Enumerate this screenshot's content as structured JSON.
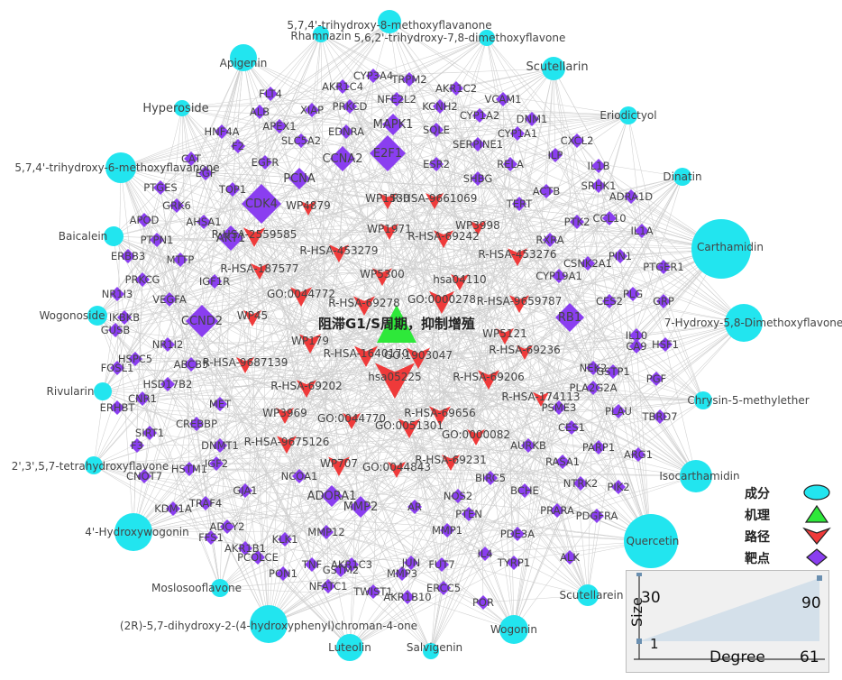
{
  "center": {
    "label": "阻滞G1/S周期，抑制增殖"
  },
  "compounds": [
    {
      "label": "5,7,4'-trihydroxy-8-methoxyflavanone"
    },
    {
      "label": "Rhamnazin"
    },
    {
      "label": "5,6,2'-trihydroxy-7,8-dimethoxyflavone"
    },
    {
      "label": "Apigenin"
    },
    {
      "label": "Scutellarin"
    },
    {
      "label": "Hyperoside"
    },
    {
      "label": "Eriodictyol"
    },
    {
      "label": "5,7,4'-trihydroxy-6-methoxyflavanone"
    },
    {
      "label": "Dinatin"
    },
    {
      "label": "Baicalein"
    },
    {
      "label": "Carthamidin"
    },
    {
      "label": "Wogonoside"
    },
    {
      "label": "7-Hydroxy-5,8-Dimethoxyflavone"
    },
    {
      "label": "Rivularin"
    },
    {
      "label": "Chrysin-5-methylether"
    },
    {
      "label": "2',3',5,7-tetrahydroxyflavone"
    },
    {
      "label": "Isocarthamidin"
    },
    {
      "label": "4'-Hydroxywogonin"
    },
    {
      "label": "Quercetin"
    },
    {
      "label": "Moslosooflavone"
    },
    {
      "label": "Scutellarein"
    },
    {
      "label": "(2R)-5,7-dihydroxy-2-(4-hydroxyphenyl)chroman-4-one"
    },
    {
      "label": "Luteolin"
    },
    {
      "label": "Salvigenin"
    },
    {
      "label": "Wogonin"
    }
  ],
  "pathways": [
    {
      "label": "WP1530"
    },
    {
      "label": "R-HSA-9661069"
    },
    {
      "label": "WP4879"
    },
    {
      "label": "R-HSA-2559585"
    },
    {
      "label": "WP1971"
    },
    {
      "label": "R-HSA-69242"
    },
    {
      "label": "WP3998"
    },
    {
      "label": "R-HSA-453279"
    },
    {
      "label": "R-HSA-453276"
    },
    {
      "label": "R-HSA-187577"
    },
    {
      "label": "WP5300"
    },
    {
      "label": "hsa04110"
    },
    {
      "label": "GO:0044772"
    },
    {
      "label": "R-HSA-69278"
    },
    {
      "label": "GO:0000278"
    },
    {
      "label": "R-HSA-9659787"
    },
    {
      "label": "WP45"
    },
    {
      "label": "WP179"
    },
    {
      "label": "WP5121"
    },
    {
      "label": "R-HSA-1640170"
    },
    {
      "label": "GO:1903047"
    },
    {
      "label": "R-HSA-69236"
    },
    {
      "label": "R-HSA-9687139"
    },
    {
      "label": "hsa05225"
    },
    {
      "label": "R-HSA-69202"
    },
    {
      "label": "R-HSA-69206"
    },
    {
      "label": "R-HSA-174113"
    },
    {
      "label": "WP3969"
    },
    {
      "label": "R-HSA-69656"
    },
    {
      "label": "GO:0044770"
    },
    {
      "label": "GO:0051301"
    },
    {
      "label": "GO:0000082"
    },
    {
      "label": "R-HSA-9675126"
    },
    {
      "label": "WP707"
    },
    {
      "label": "GO:0044843"
    },
    {
      "label": "R-HSA-69231"
    }
  ],
  "targets": [
    {
      "label": "CYP3A4"
    },
    {
      "label": "TRPM2"
    },
    {
      "label": "AKR1C4"
    },
    {
      "label": "AKR1C2"
    },
    {
      "label": "FLT4"
    },
    {
      "label": "NFE2L2"
    },
    {
      "label": "XIAP"
    },
    {
      "label": "PRKCD"
    },
    {
      "label": "KCNH2"
    },
    {
      "label": "VCAM1"
    },
    {
      "label": "ALB"
    },
    {
      "label": "APEX1"
    },
    {
      "label": "EDNRA"
    },
    {
      "label": "MAPK1"
    },
    {
      "label": "CYP1A2"
    },
    {
      "label": "DNM1"
    },
    {
      "label": "HNF4A"
    },
    {
      "label": "SLC5A2"
    },
    {
      "label": "SQLE"
    },
    {
      "label": "SERPINE1"
    },
    {
      "label": "CYP1A1"
    },
    {
      "label": "CXCL2"
    },
    {
      "label": "CAT"
    },
    {
      "label": "F2"
    },
    {
      "label": "E2F1"
    },
    {
      "label": "EGFR"
    },
    {
      "label": "CCNA2"
    },
    {
      "label": "ESR2"
    },
    {
      "label": "RELA"
    },
    {
      "label": "ILP"
    },
    {
      "label": "IL1B"
    },
    {
      "label": "EGF"
    },
    {
      "label": "PTGES"
    },
    {
      "label": "TOP1"
    },
    {
      "label": "PCNA"
    },
    {
      "label": "SHBG"
    },
    {
      "label": "ACTB"
    },
    {
      "label": "SRHK1"
    },
    {
      "label": "GRK6"
    },
    {
      "label": "CDK4"
    },
    {
      "label": "TERT"
    },
    {
      "label": "ADRA1D"
    },
    {
      "label": "APOD"
    },
    {
      "label": "AHSA1"
    },
    {
      "label": "PTK2"
    },
    {
      "label": "CCL10"
    },
    {
      "label": "PTPN1"
    },
    {
      "label": "AKT1"
    },
    {
      "label": "IL1A"
    },
    {
      "label": "ERBB3"
    },
    {
      "label": "MTTP"
    },
    {
      "label": "RXRA"
    },
    {
      "label": "PIN1"
    },
    {
      "label": "CSNK2A1"
    },
    {
      "label": "PTGER1"
    },
    {
      "label": "PRKCG"
    },
    {
      "label": "IGF1R"
    },
    {
      "label": "CYP19A1"
    },
    {
      "label": "NR1I3"
    },
    {
      "label": "VEGFA"
    },
    {
      "label": "PLG"
    },
    {
      "label": "CES2"
    },
    {
      "label": "GRP"
    },
    {
      "label": "IKBKB"
    },
    {
      "label": "CCND2"
    },
    {
      "label": "RB1"
    },
    {
      "label": "GUSB"
    },
    {
      "label": "NR1I2"
    },
    {
      "label": "IL10"
    },
    {
      "label": "HSF1"
    },
    {
      "label": "HSPC5"
    },
    {
      "label": "CA9"
    },
    {
      "label": "FOSL1"
    },
    {
      "label": "ABCB5"
    },
    {
      "label": "NEK2"
    },
    {
      "label": "GSTP1"
    },
    {
      "label": "HSD17B2"
    },
    {
      "label": "PLA2G2A"
    },
    {
      "label": "PGF"
    },
    {
      "label": "CNR1"
    },
    {
      "label": "ERHBT"
    },
    {
      "label": "MET"
    },
    {
      "label": "PLAU"
    },
    {
      "label": "TBRD7"
    },
    {
      "label": "CREBBP"
    },
    {
      "label": "PSME3"
    },
    {
      "label": "SIRT1"
    },
    {
      "label": "F3"
    },
    {
      "label": "CES1"
    },
    {
      "label": "DNMT1"
    },
    {
      "label": "AURKB"
    },
    {
      "label": "PARP1"
    },
    {
      "label": "IGF2"
    },
    {
      "label": "ARG1"
    },
    {
      "label": "CNOT7"
    },
    {
      "label": "HSTM1"
    },
    {
      "label": "NCOA1"
    },
    {
      "label": "RASA1"
    },
    {
      "label": "BIRC5"
    },
    {
      "label": "GJA1"
    },
    {
      "label": "TRAF4"
    },
    {
      "label": "NTRK2"
    },
    {
      "label": "PIK2"
    },
    {
      "label": "KDM1A"
    },
    {
      "label": "ADORA1"
    },
    {
      "label": "NOS2"
    },
    {
      "label": "BCHE"
    },
    {
      "label": "MMP2"
    },
    {
      "label": "AR"
    },
    {
      "label": "PRARA"
    },
    {
      "label": "ADCY2"
    },
    {
      "label": "KLK1"
    },
    {
      "label": "PTEN"
    },
    {
      "label": "PDGFRA"
    },
    {
      "label": "FFS1"
    },
    {
      "label": "MMP12"
    },
    {
      "label": "MMP1"
    },
    {
      "label": "PDE3A"
    },
    {
      "label": "AKR1B1"
    },
    {
      "label": "AKR1C3"
    },
    {
      "label": "JUN"
    },
    {
      "label": "PCOLCE"
    },
    {
      "label": "TNF"
    },
    {
      "label": "IL4"
    },
    {
      "label": "TYRP1"
    },
    {
      "label": "ALK"
    },
    {
      "label": "PON1"
    },
    {
      "label": "GSTM2"
    },
    {
      "label": "MMP3"
    },
    {
      "label": "FUT7"
    },
    {
      "label": "NFATC1"
    },
    {
      "label": "TWIST1"
    },
    {
      "label": "AKR1B10"
    },
    {
      "label": "ERCC5"
    },
    {
      "label": "POR"
    }
  ],
  "legend": {
    "component": "成分",
    "mechanism": "机理",
    "pathway": "路径",
    "target": "靶点"
  },
  "size_legend": {
    "axis_label": "Degree",
    "size_label": "Size",
    "size_min": "1",
    "size_max": "90",
    "size_label_value": "30",
    "degree_max": "61"
  },
  "colors": {
    "compound": "#22e5ef",
    "mechanism": "#2ee83a",
    "pathway": "#ef3a3a",
    "target": "#8a3ef0",
    "edge": "#cfcfcf"
  }
}
